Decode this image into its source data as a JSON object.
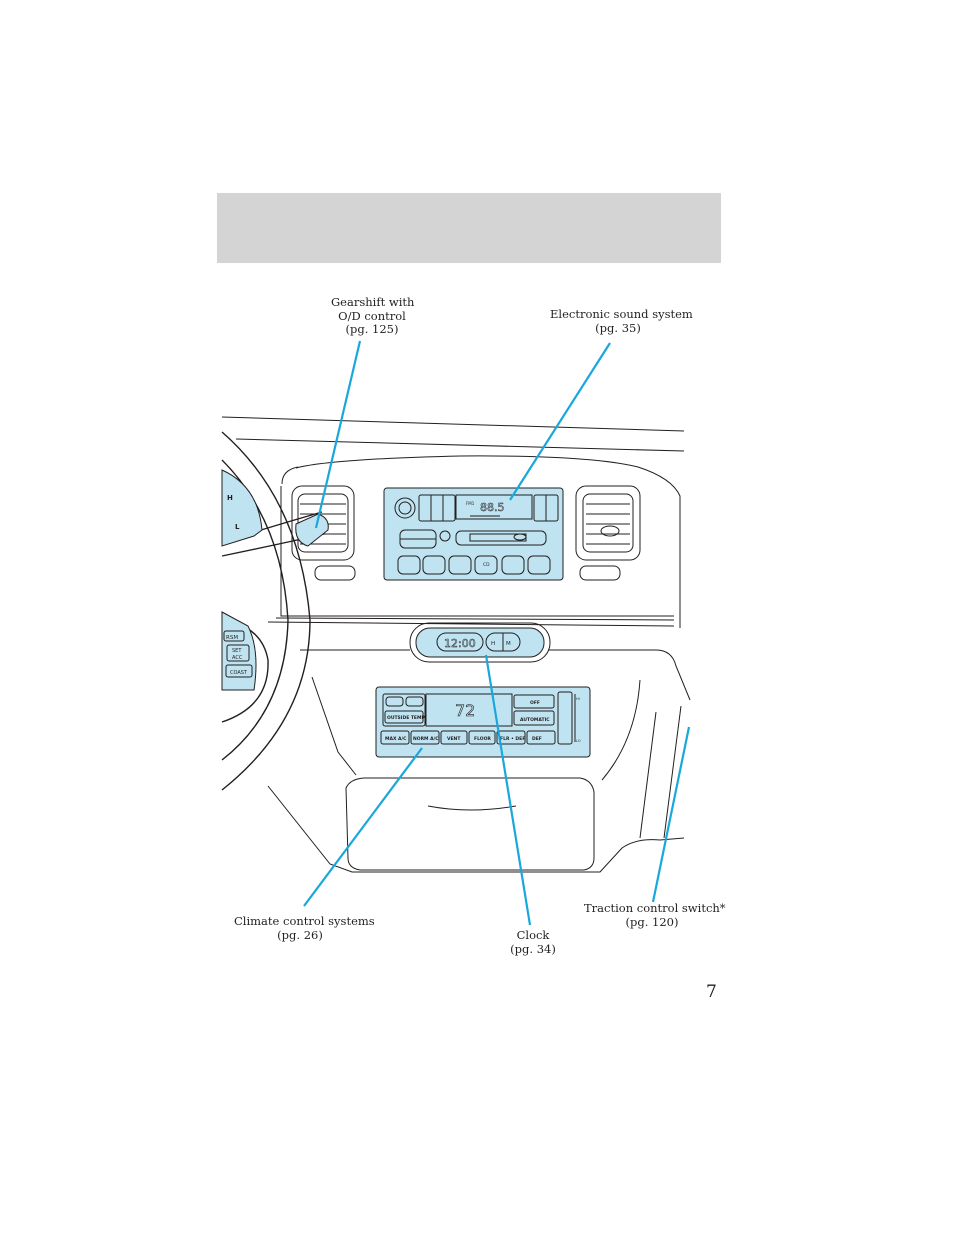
{
  "page_number": "7",
  "callouts": {
    "gearshift": {
      "line1": "Gearshift with",
      "line2": "O/D control",
      "line3": "(pg. 125)"
    },
    "sound": {
      "line1": "Electronic sound system",
      "line2": "(pg. 35)"
    },
    "climate": {
      "line1": "Climate control systems",
      "line2": "(pg. 26)"
    },
    "clock": {
      "line1": "Clock",
      "line2": "(pg. 34)"
    },
    "traction": {
      "line1": "Traction control switch*",
      "line2": "(pg. 120)"
    }
  },
  "radio": {
    "frequency": "88.5",
    "band": "FM1",
    "cd_label": "CD"
  },
  "clock_panel": {
    "time": "12:00",
    "hour_button": "H",
    "minute_button": "M"
  },
  "climate_panel": {
    "temperature": "72",
    "outside_temp": "OUTSIDE TEMP",
    "off": "OFF",
    "automatic": "AUTOMATIC",
    "max_ac": "MAX A/C",
    "norm_ac": "NORM A/C",
    "vent": "VENT",
    "floor": "FLOOR",
    "flr_def": "FLR • DEF",
    "def": "DEF",
    "hi": "HI",
    "lo": "LO"
  },
  "speed_control": {
    "rsm": "RSM",
    "set_acc_1": "SET",
    "set_acc_2": "ACC",
    "coast": "COAST"
  },
  "gauge": {
    "high": "H",
    "low": "L"
  },
  "colors": {
    "panel_fill": "#bfe3f1",
    "callout_line": "#19a7dd",
    "header_band": "#d4d4d4"
  }
}
